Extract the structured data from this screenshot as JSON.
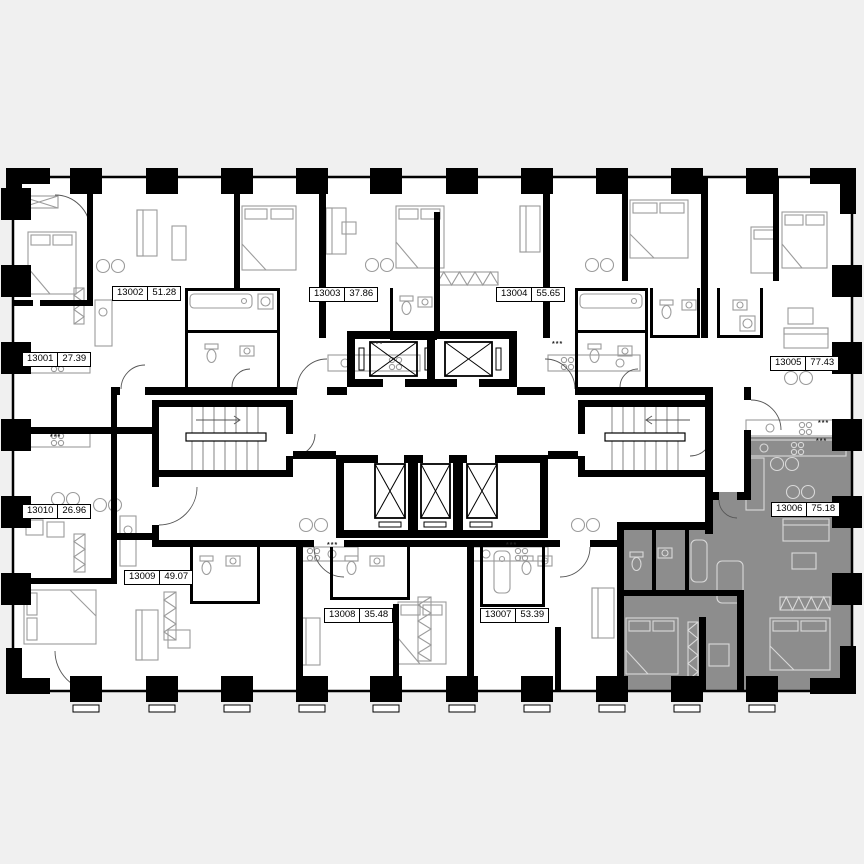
{
  "plan": {
    "background": "#f0f0f0",
    "floor_fill": "#ffffff",
    "wall_color": "#000000",
    "furniture_color": "#9b9b9b",
    "highlight_fill": "#8d8d8d",
    "highlight_furniture_color": "#d9d9d9"
  },
  "units": [
    {
      "number": "13001",
      "area": "27.39",
      "highlighted": false
    },
    {
      "number": "13002",
      "area": "51.28",
      "highlighted": false
    },
    {
      "number": "13003",
      "area": "37.86",
      "highlighted": false
    },
    {
      "number": "13004",
      "area": "55.65",
      "highlighted": false
    },
    {
      "number": "13005",
      "area": "77.43",
      "highlighted": false
    },
    {
      "number": "13006",
      "area": "75.18",
      "highlighted": true
    },
    {
      "number": "13007",
      "area": "53.39",
      "highlighted": false
    },
    {
      "number": "13008",
      "area": "35.48",
      "highlighted": false
    },
    {
      "number": "13009",
      "area": "49.07",
      "highlighted": false
    },
    {
      "number": "13010",
      "area": "26.96",
      "highlighted": false
    }
  ],
  "symbols": {
    "outlet_mark": "***"
  }
}
